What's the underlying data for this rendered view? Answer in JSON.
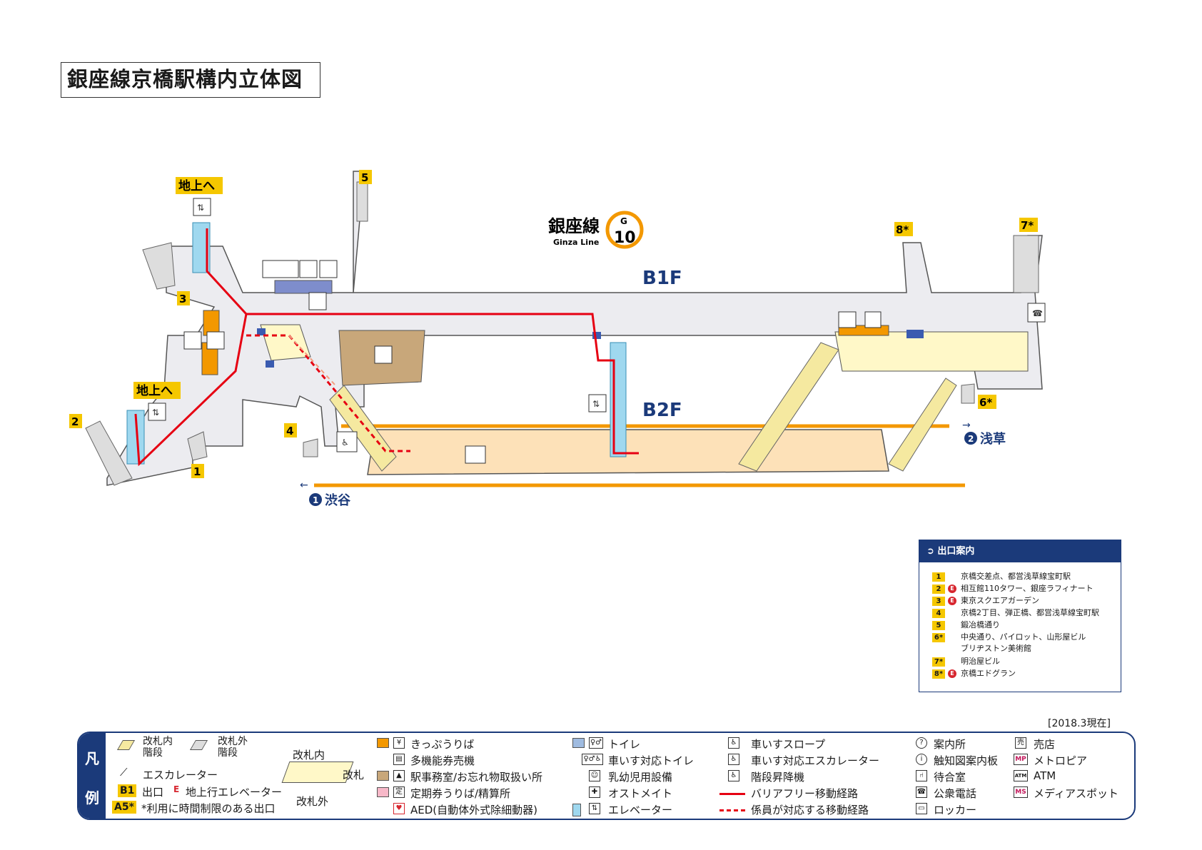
{
  "title": "銀座線京橋駅構内立体図",
  "line": {
    "name": "銀座線",
    "name_en": "Ginza Line",
    "letter": "G",
    "number": "10",
    "color": "#f39800"
  },
  "floors": {
    "b1": "B1F",
    "b2": "B2F"
  },
  "exit_labels": {
    "e1": "1",
    "e2": "2",
    "e3": "3",
    "e4": "4",
    "e5": "5",
    "e6": "6*",
    "e7": "7*",
    "e8": "8*"
  },
  "elevator_tags": {
    "left_top": "地上へ",
    "left_bottom": "地上へ"
  },
  "directions": {
    "shibuya_num": "1",
    "shibuya": "渋谷",
    "asakusa_num": "2",
    "asakusa": "浅草"
  },
  "exit_panel": {
    "heading": "出口案内",
    "items": [
      {
        "num": "1",
        "elevator": false,
        "text": "京橋交差点、都営浅草線宝町駅"
      },
      {
        "num": "2",
        "elevator": true,
        "text": "相互館110タワー、銀座ラフィナート"
      },
      {
        "num": "3",
        "elevator": true,
        "text": "東京スクエアガーデン"
      },
      {
        "num": "4",
        "elevator": false,
        "text": "京橋2丁目、弾正橋、都営浅草線宝町駅"
      },
      {
        "num": "5",
        "elevator": false,
        "text": "鍛冶橋通り"
      },
      {
        "num": "6*",
        "elevator": false,
        "text": "中央通り、パイロット、山形屋ビル\nブリヂストン美術館"
      },
      {
        "num": "7*",
        "elevator": false,
        "text": "明治屋ビル"
      },
      {
        "num": "8*",
        "elevator": true,
        "text": "京橋エドグラン"
      }
    ],
    "elevator_mark": "E"
  },
  "date_stamp": "[2018.3現在]",
  "legend": {
    "side": [
      "凡",
      "例"
    ],
    "stairs_in": "改札内\n階段",
    "stairs_out": "改札外\n階段",
    "escalator": "エスカレーター",
    "exit_badge": "B1",
    "exit": "出口",
    "elev_mark": "E",
    "elev_exit": "地上行エレベーター",
    "limited_badge": "A5*",
    "limited": "*利用に時間制限のある出口",
    "gate_inside": "改札内",
    "gate": "改札",
    "gate_outside": "改札外",
    "ticket": "きっぷうりば",
    "multi_ticket": "多機能券売機",
    "station_office": "駅事務室/お忘れ物取扱い所",
    "pass_office": "定期券うりば/精算所",
    "aed": "AED(自動体外式除細動器)",
    "toilet": "トイレ",
    "wc_toilet": "車いす対応トイレ",
    "baby": "乳幼児用設備",
    "ostomate": "オストメイト",
    "elevator": "エレベーター",
    "slope": "車いすスロープ",
    "wc_escalator": "車いす対応エスカレーター",
    "stair_lift": "階段昇降機",
    "barrier_free": "バリアフリー移動経路",
    "staff_route": "係員が対応する移動経路",
    "info": "案内所",
    "tactile": "触知図案内板",
    "waiting": "待合室",
    "phone": "公衆電話",
    "locker": "ロッカー",
    "shop": "売店",
    "metro_pia": "メトロピア",
    "atm": "ATM",
    "media_spot": "メディアスポット",
    "mp": "MP",
    "atm_icon": "ATM",
    "ms": "MS"
  },
  "colors": {
    "accent": "#1b3a7a",
    "route": "#e60012",
    "exit_yellow": "#f5c700",
    "platform": "#fde1b8",
    "concourse": "#ececf0",
    "fare_zone": "#fff8c8",
    "track": "#f39800",
    "elevator": "#9fd8ef"
  }
}
